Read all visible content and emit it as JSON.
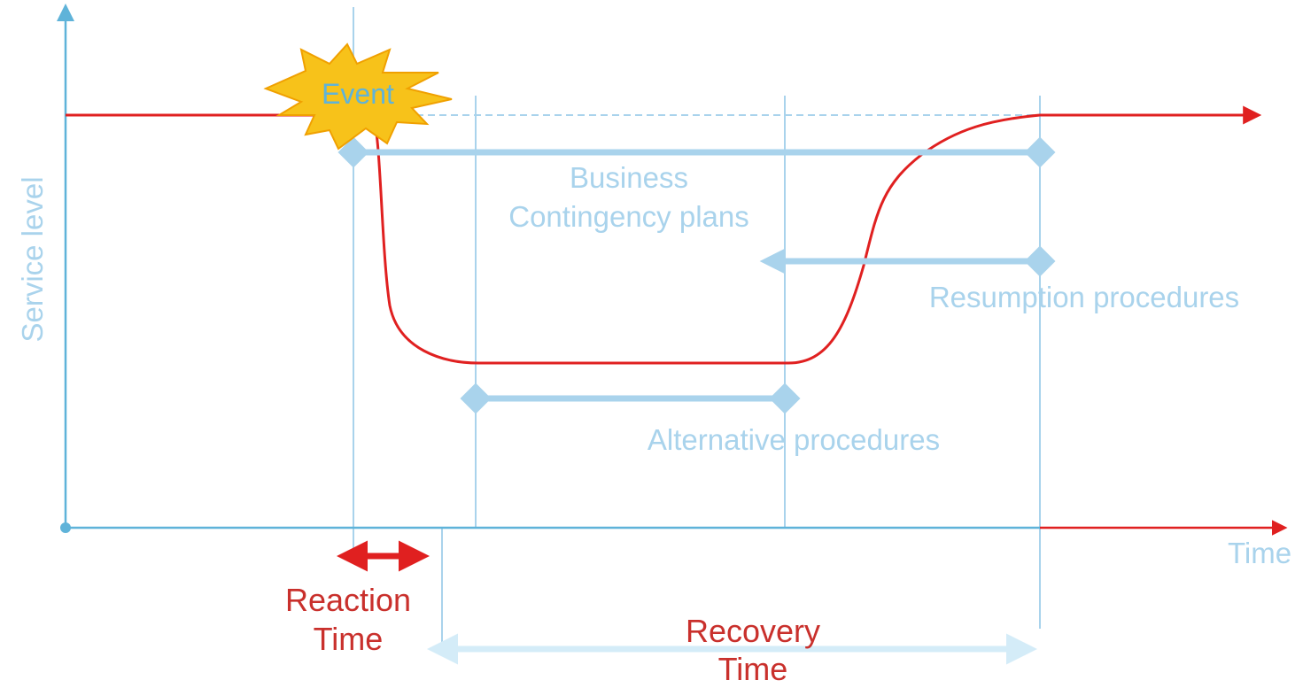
{
  "axes": {
    "y_label": "Service level",
    "x_label": "Time"
  },
  "event": {
    "label": "Event"
  },
  "phases": {
    "business_line1": "Business",
    "business_line2": "Contingency plans",
    "resumption": "Resumption procedures",
    "alternative": "Alternative procedures"
  },
  "times": {
    "reaction_line1": "Reaction",
    "reaction_line2": "Time",
    "recovery_line1": "Recovery",
    "recovery_line2": "Time"
  },
  "colors": {
    "axis": "#5fb3d9",
    "guide": "#a9d3ec",
    "service_curve": "#e02020",
    "event_burst": "#f7c21a",
    "event_burst_stroke": "#f0a000"
  }
}
